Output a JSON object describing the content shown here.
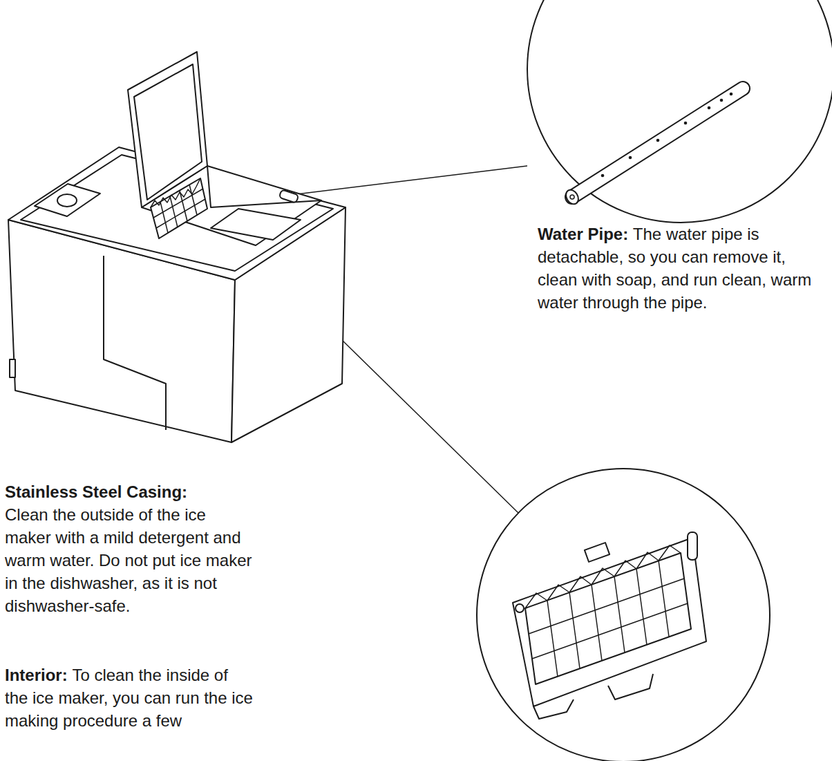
{
  "diagram": {
    "labels": [
      "Water Pipe:",
      "The water pipe is detachable, so you can remove it, clean with soap, and run clean, warm water through the pipe.",
      "Stainless Steel Casing:",
      "Clean the outside of the ice maker with a mild detergent and warm water. Do not put ice maker in the dishwasher, as it is not dishwasher-safe.",
      "Interior:",
      "To clean the inside of the ice maker, you can run the ice making procedure a few"
    ]
  }
}
